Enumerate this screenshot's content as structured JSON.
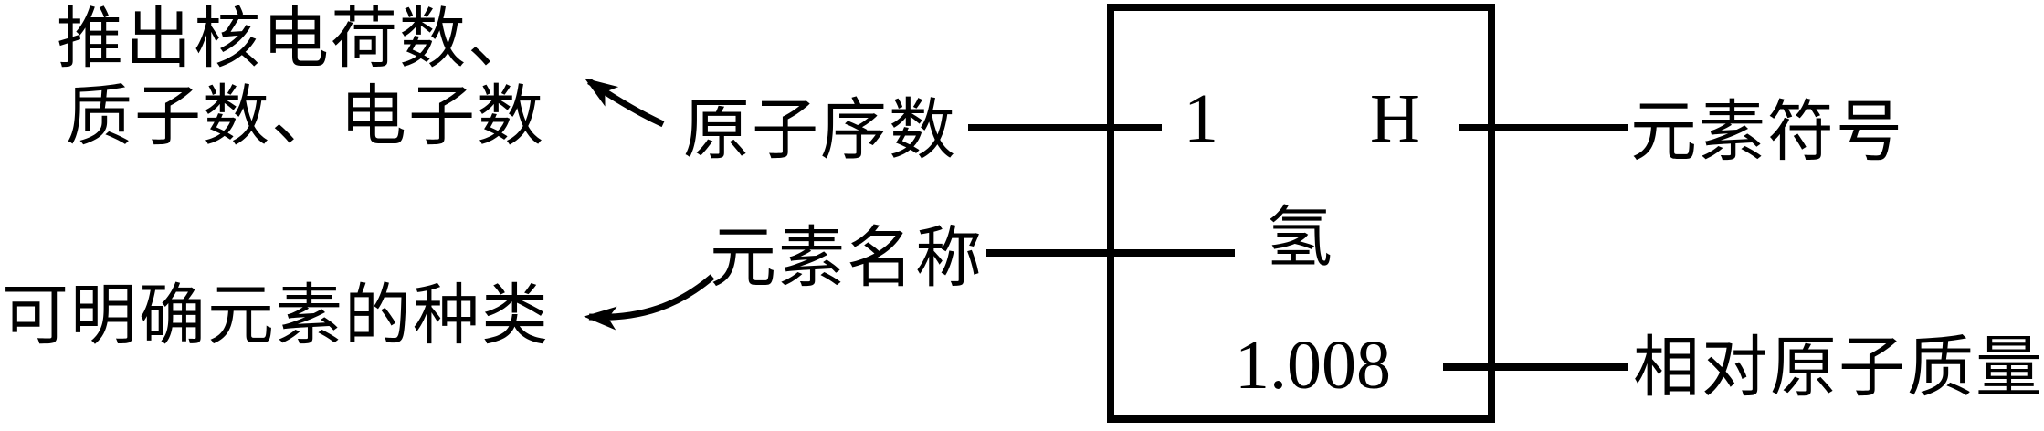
{
  "diagram": {
    "notes": {
      "atomic_number_note": {
        "line1": "推出核电荷数、",
        "line2": "质子数、电子数"
      },
      "element_name_note": "可明确元素的种类"
    },
    "labels": {
      "atomic_number": "原子序数",
      "element_name": "元素名称",
      "element_symbol": "元素符号",
      "relative_atomic_mass": "相对原子质量"
    },
    "element_cell": {
      "atomic_number": "1",
      "symbol": "H",
      "name": "氢",
      "relative_atomic_mass": "1.008"
    },
    "colors": {
      "ink": "#000000",
      "background": "#ffffff"
    }
  }
}
